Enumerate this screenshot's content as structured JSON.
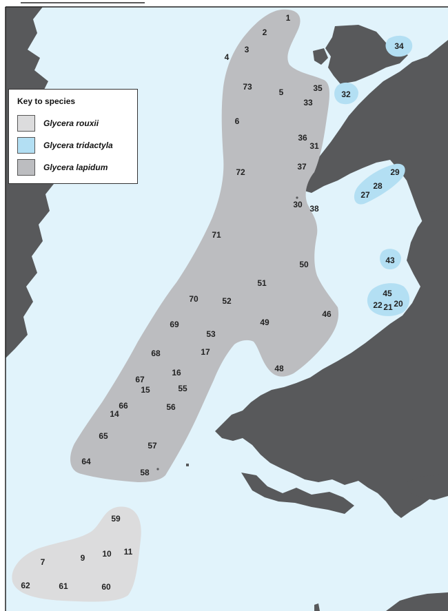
{
  "colors": {
    "sea": "#e1f3fb",
    "land": "#58595b",
    "rouxii": "#dcdcdd",
    "tridactyla": "#b3dff3",
    "lapidum": "#bcbdc0",
    "frame": "#222222"
  },
  "legend": {
    "title": "Key to species",
    "items": [
      {
        "label": "Glycera rouxii",
        "color": "#dcdcdd"
      },
      {
        "label": "Glycera tridactyla",
        "color": "#b3dff3"
      },
      {
        "label": "Glycera lapidum",
        "color": "#bcbdc0"
      }
    ]
  },
  "stations": [
    "1",
    "2",
    "3",
    "4",
    "73",
    "5",
    "35",
    "33",
    "6",
    "36",
    "31",
    "37",
    "72",
    "30",
    "38",
    "71",
    "50",
    "51",
    "70",
    "52",
    "46",
    "69",
    "49",
    "53",
    "17",
    "68",
    "48",
    "16",
    "67",
    "15",
    "55",
    "66",
    "14",
    "56",
    "65",
    "57",
    "64",
    "58",
    "34",
    "32",
    "29",
    "28",
    "27",
    "43",
    "45",
    "22",
    "21",
    "20",
    "59",
    "7",
    "9",
    "10",
    "11",
    "62",
    "61",
    "60"
  ]
}
